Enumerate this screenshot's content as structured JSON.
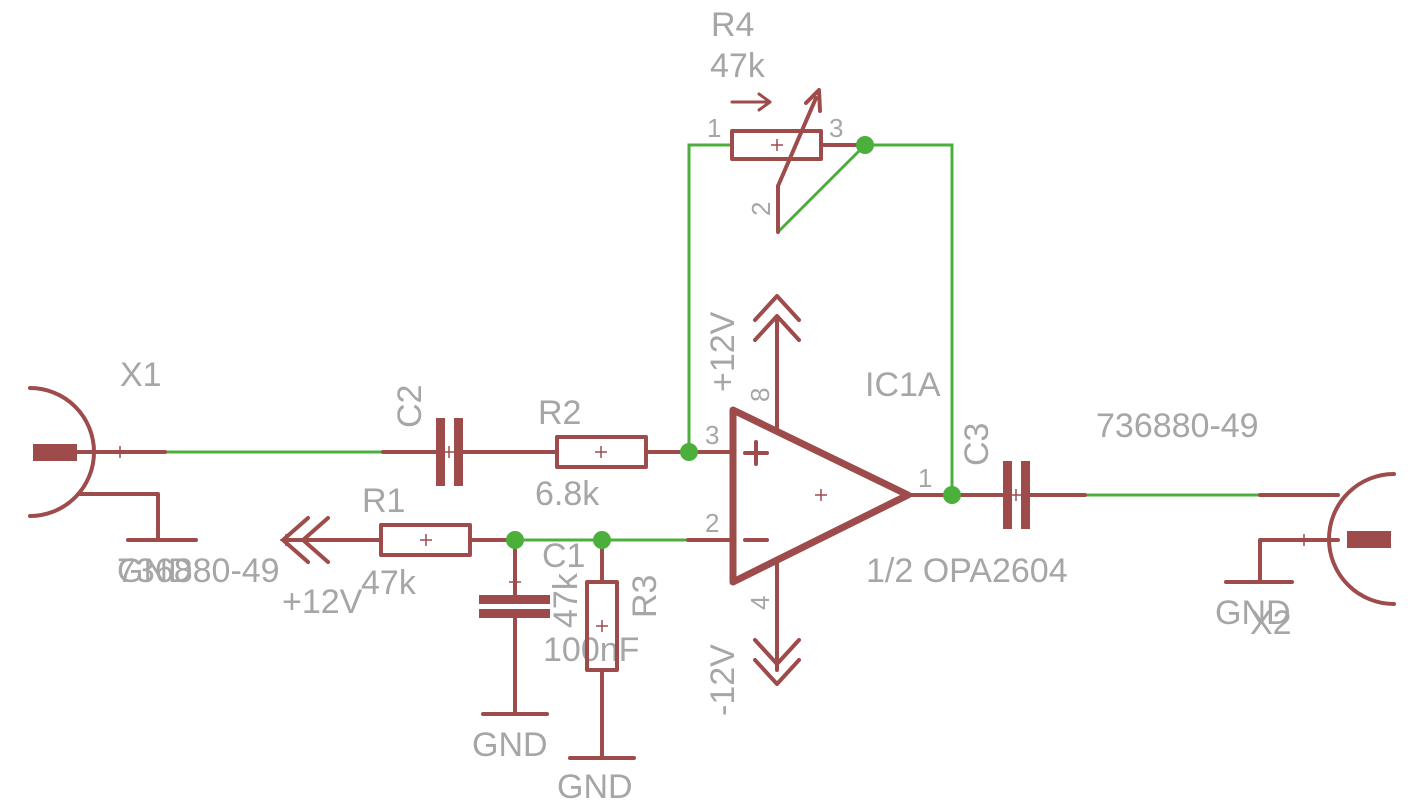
{
  "colors": {
    "symbol": "#9e4b4b",
    "wire": "#4caf3c",
    "text": "#a6a6a6"
  },
  "x1": {
    "name": "X1",
    "value": "736880-49",
    "gnd": "GND"
  },
  "x2": {
    "name": "X2",
    "value": "736880-49",
    "gnd": "GND"
  },
  "c1": {
    "name": "C1",
    "value": "100nF"
  },
  "c2": {
    "name": "C2"
  },
  "c3": {
    "name": "C3"
  },
  "r1": {
    "name": "R1",
    "value": "47k"
  },
  "r2": {
    "name": "R2",
    "value": "6.8k"
  },
  "r3": {
    "name": "R3",
    "value": "47k"
  },
  "r4": {
    "name": "R4",
    "value": "47k",
    "pin1": "1",
    "pin2": "2",
    "pin3": "3"
  },
  "ic1": {
    "name": "IC1A",
    "value": "1/2 OPA2604",
    "pin_plus": "3",
    "pin_minus": "2",
    "pin_out": "1",
    "pin_vpos": "8",
    "pin_vneg": "4"
  },
  "supplies": {
    "vpos_top": "+12V",
    "vneg": "-12V",
    "vpos_left": "+12V",
    "gnd_c1": "GND",
    "gnd_r3": "GND"
  }
}
